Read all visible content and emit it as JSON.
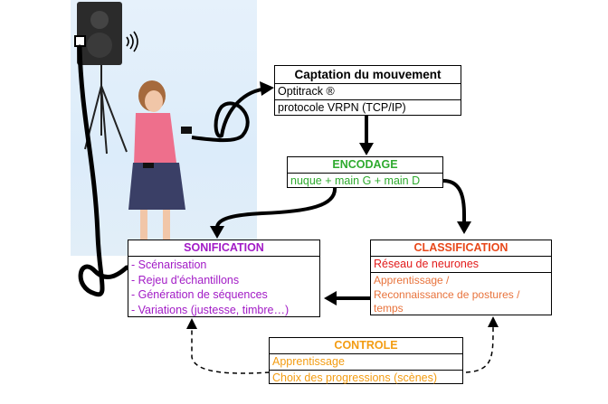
{
  "boxes": {
    "capture": {
      "title": "Captation du mouvement",
      "rows": [
        "Optitrack ®",
        "protocole VRPN (TCP/IP)"
      ]
    },
    "encoding": {
      "title": "ENCODAGE",
      "detail": "nuque + main G + main D",
      "color": "#2eaa2e"
    },
    "sonification": {
      "title": "SONIFICATION",
      "items": [
        "- Scénarisation",
        "- Rejeu d'échantillons",
        "- Génération de séquences",
        "- Variations (justesse, timbre…)"
      ],
      "color": "#a21bc6"
    },
    "classification": {
      "title": "CLASSIFICATION",
      "subtitle": "Réseau de neurones",
      "detail_lines": [
        "Apprentissage /",
        "Reconnaissance de postures /",
        "temps"
      ],
      "title_color": "#e8481b",
      "subtitle_color": "#e21b1b",
      "detail_color": "#e8733c"
    },
    "control": {
      "title": "CONTROLE",
      "rows": [
        "Apprentissage",
        "Choix des progressions (scènes)"
      ],
      "color": "#f39c12"
    }
  },
  "illustration": {
    "subject": "child-with-motion-sensors",
    "equipment": [
      "speaker-on-tripod",
      "sound-waves-icon",
      "cable"
    ],
    "background_color": "#e1eefa"
  }
}
